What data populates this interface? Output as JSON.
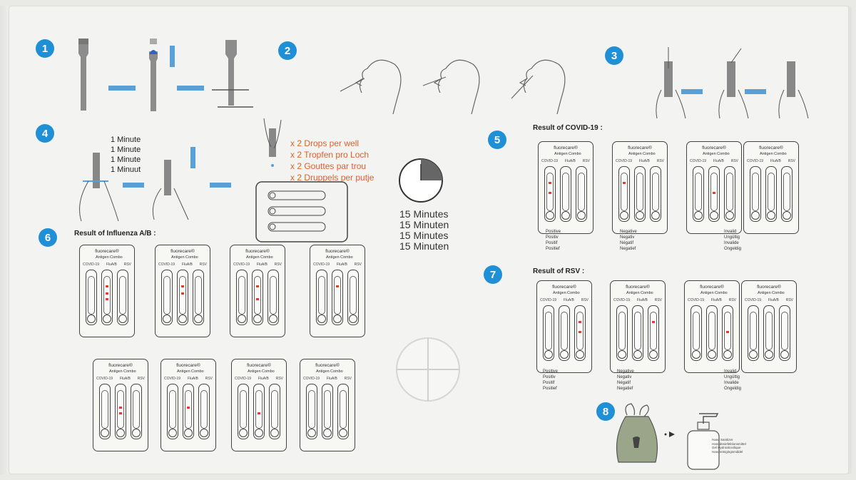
{
  "steps": [
    "1",
    "2",
    "3",
    "4",
    "5",
    "6",
    "7",
    "8"
  ],
  "step4": {
    "minute_labels": [
      "1 Minute",
      "1 Minute",
      "1 Minute",
      "1 Minuut"
    ],
    "drops": [
      "x 2 Drops per well",
      "x 2 Tropfen pro Loch",
      "x 2 Gouttes par trou",
      "x 2 Druppels per putje"
    ],
    "wait": [
      "15 Minutes",
      "15 Minuten",
      "15 Minutes",
      "15 Minuten"
    ]
  },
  "covid": {
    "title": "Result of COVID-19 :",
    "positive": [
      "Positive",
      "Positiv",
      "Positif",
      "Positief"
    ],
    "negative": [
      "Negative",
      "Negativ",
      "Négatif",
      "Negatief"
    ],
    "invalid": [
      "Invalid",
      "Ungültig",
      "Invalide",
      "Ongeldig"
    ]
  },
  "rsv": {
    "title": "Result of RSV :",
    "positive": [
      "Positive",
      "Positiv",
      "Positif",
      "Positief"
    ],
    "negative": [
      "Negative",
      "Negativ",
      "Négatif",
      "Negatief"
    ],
    "invalid": [
      "Invalid",
      "Ungültig",
      "Invalide",
      "Ongeldig"
    ]
  },
  "flu": {
    "title": "Result of Influenza A/B :"
  },
  "card": {
    "brand": "fluorecare®",
    "head_left": "Antigen",
    "head_right": "Combo",
    "labels": [
      "COVID-19",
      "FluA/B",
      "RSV"
    ]
  },
  "disposal": [
    "Hand Sanitizer",
    "Handdesinfektionsmittel",
    "Gel Hydroalcoolique",
    "Handreinigingsmiddel"
  ],
  "colors": {
    "badge": "#1f8fd6",
    "arrow": "#5aa0d8",
    "positive_line": "#e0402a",
    "drops_text": "#e0602a"
  }
}
